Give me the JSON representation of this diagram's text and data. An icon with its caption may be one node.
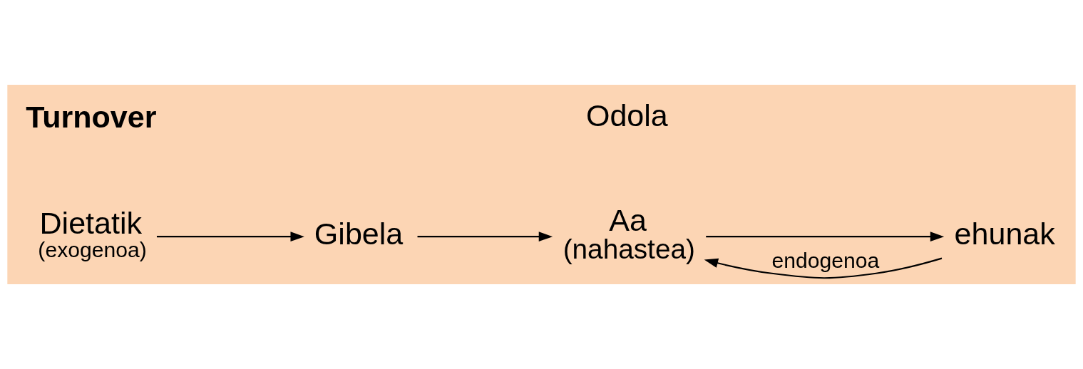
{
  "diagram": {
    "nodes": [
      {
        "text": [
          "Gibela"
        ]
      },
      {
        "text": [
          "Aa"
        ],
        "beside": [
          "(nahastea)"
        ]
      },
      {
        "text": [
          "ehunak"
        ]
      },
      {
        "text": [
          "Dietatik",
          "(exogenoa)"
        ]
      }
    ],
    "edges": [
      {
        "from": 3,
        "to": 0,
        "arrow": "to"
      },
      {
        "from": 0,
        "to": 1,
        "arrow": "to"
      },
      {
        "from": 1,
        "to": 2,
        "arrow": "to"
      },
      {
        "from": 2,
        "to": 1,
        "arrow": "to",
        "label": "endogenoa"
      }
    ],
    "labels": [
      "Odola",
      "Turnover"
    ]
  }
}
